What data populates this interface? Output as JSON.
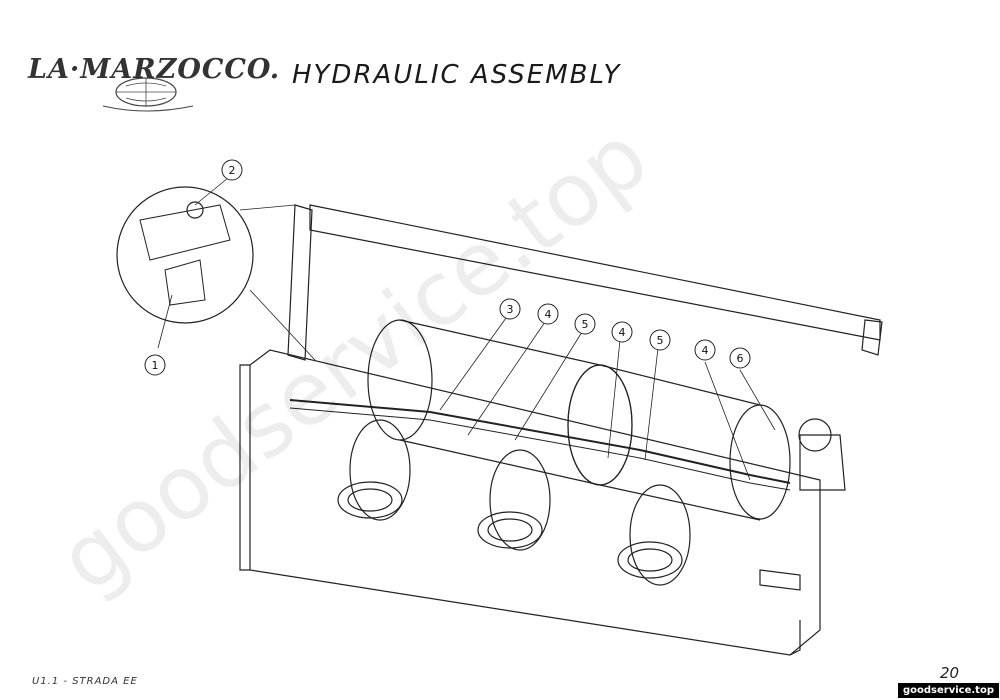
{
  "header": {
    "logo_text": "LA·MARZOCCO.",
    "title": "HYDRAULIC ASSEMBLY"
  },
  "diagram": {
    "callouts": [
      "1",
      "2",
      "3",
      "4",
      "5",
      "4",
      "5",
      "4",
      "6"
    ]
  },
  "footer": {
    "model_code": "U1.1 - STRADA EE",
    "page_number": "20",
    "site": "goodservice.top"
  },
  "watermark": "goodservice.top"
}
